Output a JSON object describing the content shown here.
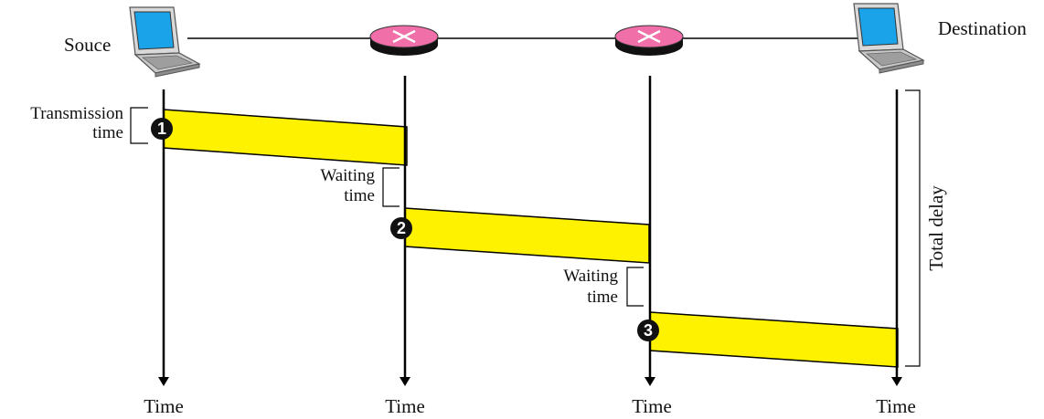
{
  "diagram": {
    "endpoints": {
      "source_label": "Souce",
      "destination_label": "Destination"
    },
    "time_axes": [
      {
        "id": "source",
        "label": "Time"
      },
      {
        "id": "router1",
        "label": "Time"
      },
      {
        "id": "router2",
        "label": "Time"
      },
      {
        "id": "destination",
        "label": "Time"
      }
    ],
    "segments": [
      {
        "number": "1"
      },
      {
        "number": "2"
      },
      {
        "number": "3"
      }
    ],
    "annotations": {
      "transmission_line1": "Transmission",
      "transmission_line2": "time",
      "waiting1_line1": "Waiting",
      "waiting1_line2": "time",
      "waiting2_line1": "Waiting",
      "waiting2_line2": "time",
      "total_delay": "Total delay"
    },
    "colors": {
      "packet": "#fff200",
      "router": "#f06fa8",
      "screen": "#1aa3e8"
    },
    "icons": [
      "laptop-icon",
      "router-icon",
      "router-icon",
      "laptop-icon"
    ]
  }
}
